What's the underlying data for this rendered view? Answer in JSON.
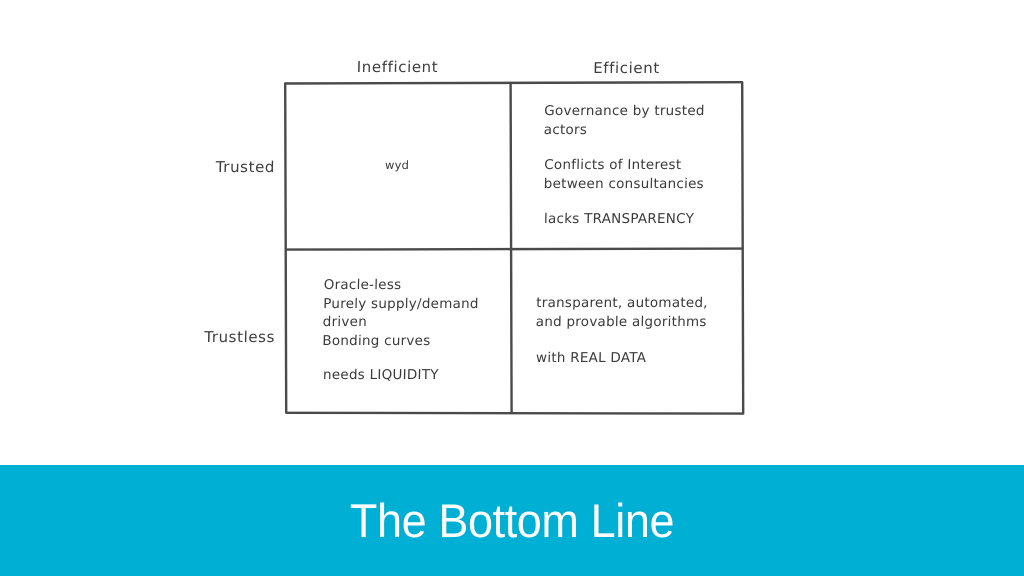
{
  "slide": {
    "background_color": "#ffffff",
    "title": "The Bottom Line"
  },
  "matrix": {
    "type": "2x2-matrix",
    "column_headers": [
      {
        "id": "inefficient",
        "label": "Inefficient"
      },
      {
        "id": "efficient",
        "label": "Efficient"
      }
    ],
    "row_headers": [
      {
        "id": "trusted",
        "label": "Trusted"
      },
      {
        "id": "trustless",
        "label": "Trustless"
      }
    ],
    "border_color": "#4a4a4a",
    "text_color": "#3a3a3a",
    "quadrants": {
      "trusted_inefficient": {
        "row": "Trusted",
        "column": "Inefficient",
        "blocks": [
          "wyd"
        ]
      },
      "trusted_efficient": {
        "row": "Trusted",
        "column": "Efficient",
        "blocks": [
          "Governance by trusted\nactors",
          "Conflicts of Interest\nbetween consultancies",
          "lacks TRANSPARENCY"
        ]
      },
      "trustless_inefficient": {
        "row": "Trustless",
        "column": "Inefficient",
        "blocks": [
          "Oracle-less\nPurely supply/demand\ndriven\nBonding curves",
          "needs LIQUIDITY"
        ]
      },
      "trustless_efficient": {
        "row": "Trustless",
        "column": "Efficient",
        "blocks": [
          "transparent, automated,\nand provable algorithms",
          "with REAL DATA"
        ]
      }
    }
  },
  "banner": {
    "text": "The Bottom Line",
    "background_color": "#00AFD4",
    "text_color": "#ffffff"
  }
}
